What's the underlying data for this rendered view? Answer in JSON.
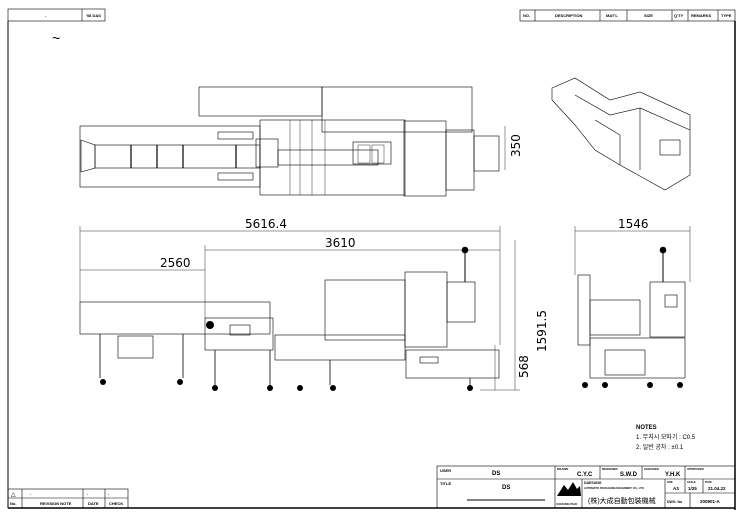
{
  "top_left": {
    "field": "-",
    "label": "'08 DAS",
    "tilde": "~"
  },
  "parts_table": {
    "headers": [
      "NO.",
      "DESCRIPTION",
      "MAT'L",
      "SIZE",
      "Q'TY",
      "REMARKS",
      "TYPE"
    ]
  },
  "dimensions": {
    "top_width": "350",
    "overall_length": "5616.4",
    "length_3610": "3610",
    "length_2560": "2560",
    "overall_height": "1591.5",
    "height_568": "568",
    "side_width": "1546"
  },
  "notes": {
    "title": "NOTES",
    "items": [
      "1. 무지시 모따기 : C0.5",
      "2. 일반 공차 : ±0.1"
    ]
  },
  "revision": {
    "symbol": "△",
    "desc": "-",
    "date": "-",
    "check": "-",
    "headers": [
      "No.",
      "REVISION NOTE",
      "DATE",
      "CHECK"
    ]
  },
  "title_block": {
    "user_label": "USER",
    "user": "DS",
    "title_label": "TITLE",
    "title": "DS",
    "drawn_label": "DRAWN",
    "drawn": "C.Y.C",
    "designed_label": "DESIGNED",
    "designed": "S.W.D",
    "checked_label": "CHECKED",
    "checked": "Y.H.K",
    "approved_label": "APPROVED",
    "logo_text": "DAESUNG PACK",
    "company_en": "DAESUNG",
    "company_sub": "AUTOMATIC PACKAGING MACHINERY CO., LTD.",
    "company_kr": "(株)大成自動包裝機械",
    "size_label": "SIZE",
    "size": "A3",
    "scale_label": "SCALE",
    "scale": "1/25",
    "date_label": "DATE",
    "date": "21.04.22",
    "dwg_label": "DWG. No",
    "dwg_no": "200901-A"
  }
}
